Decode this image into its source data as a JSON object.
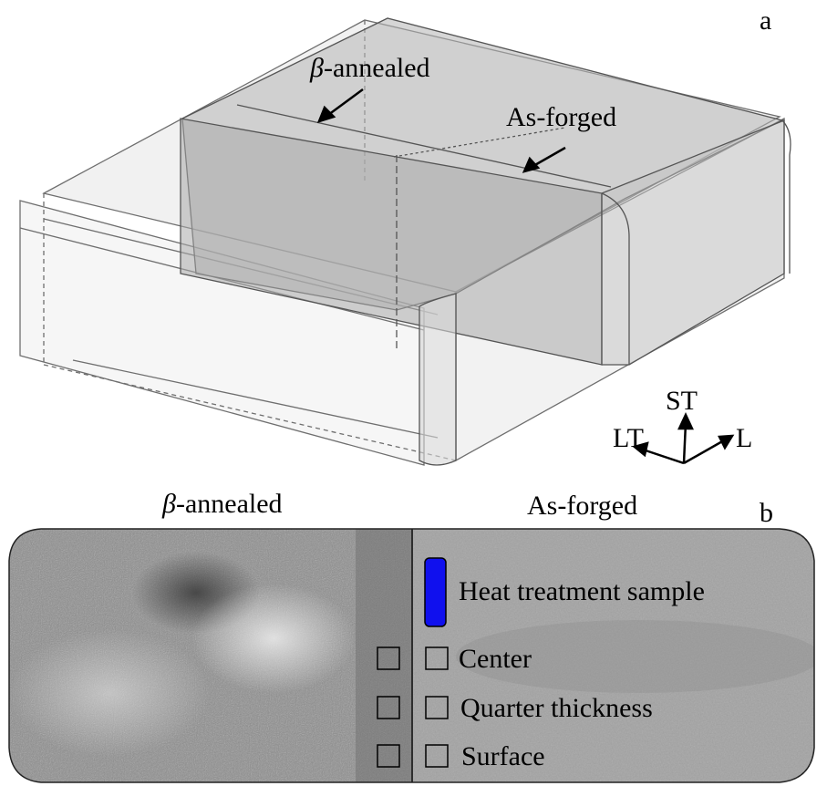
{
  "panel_a": {
    "label": "a",
    "beta_symbol": "β",
    "beta_annealed_rest": "-annealed",
    "as_forged": "As-forged",
    "axes": {
      "st": "ST",
      "lt": "LT",
      "l": "L"
    }
  },
  "panel_b": {
    "label": "b",
    "beta_symbol": "β",
    "beta_annealed_rest": "-annealed",
    "as_forged": "As-forged",
    "legend": {
      "heat_treatment_sample": "Heat treatment sample",
      "center": "Center",
      "quarter_thickness": "Quarter thickness",
      "surface": "Surface"
    },
    "heat_treatment_color": "#1010ee"
  }
}
